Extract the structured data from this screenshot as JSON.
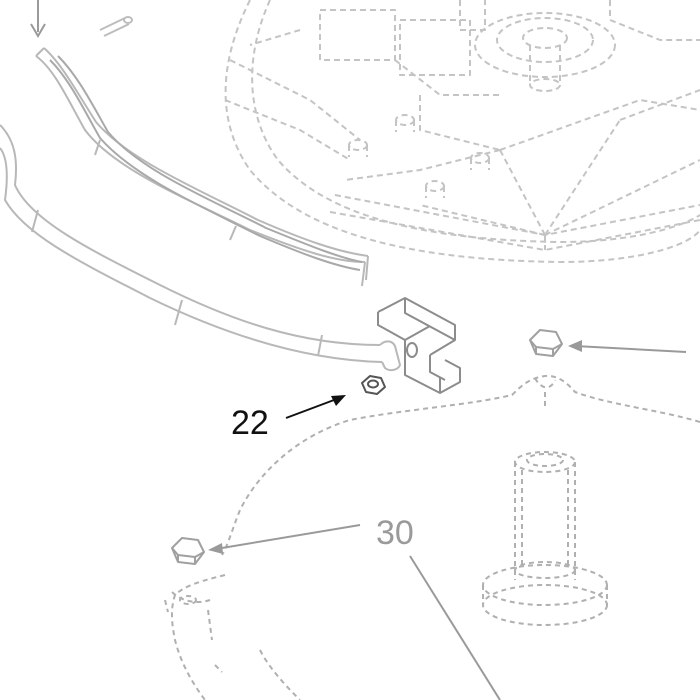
{
  "diagram": {
    "callouts": [
      {
        "id": "part-22",
        "label": "22"
      },
      {
        "id": "part-30",
        "label": "30"
      }
    ],
    "colors": {
      "background": "#ffffff",
      "faded_line": "#bdbdbd",
      "active_line": "#8c8c8c",
      "callout_dark": "#111111",
      "callout_faded": "#9a9a9a"
    }
  }
}
